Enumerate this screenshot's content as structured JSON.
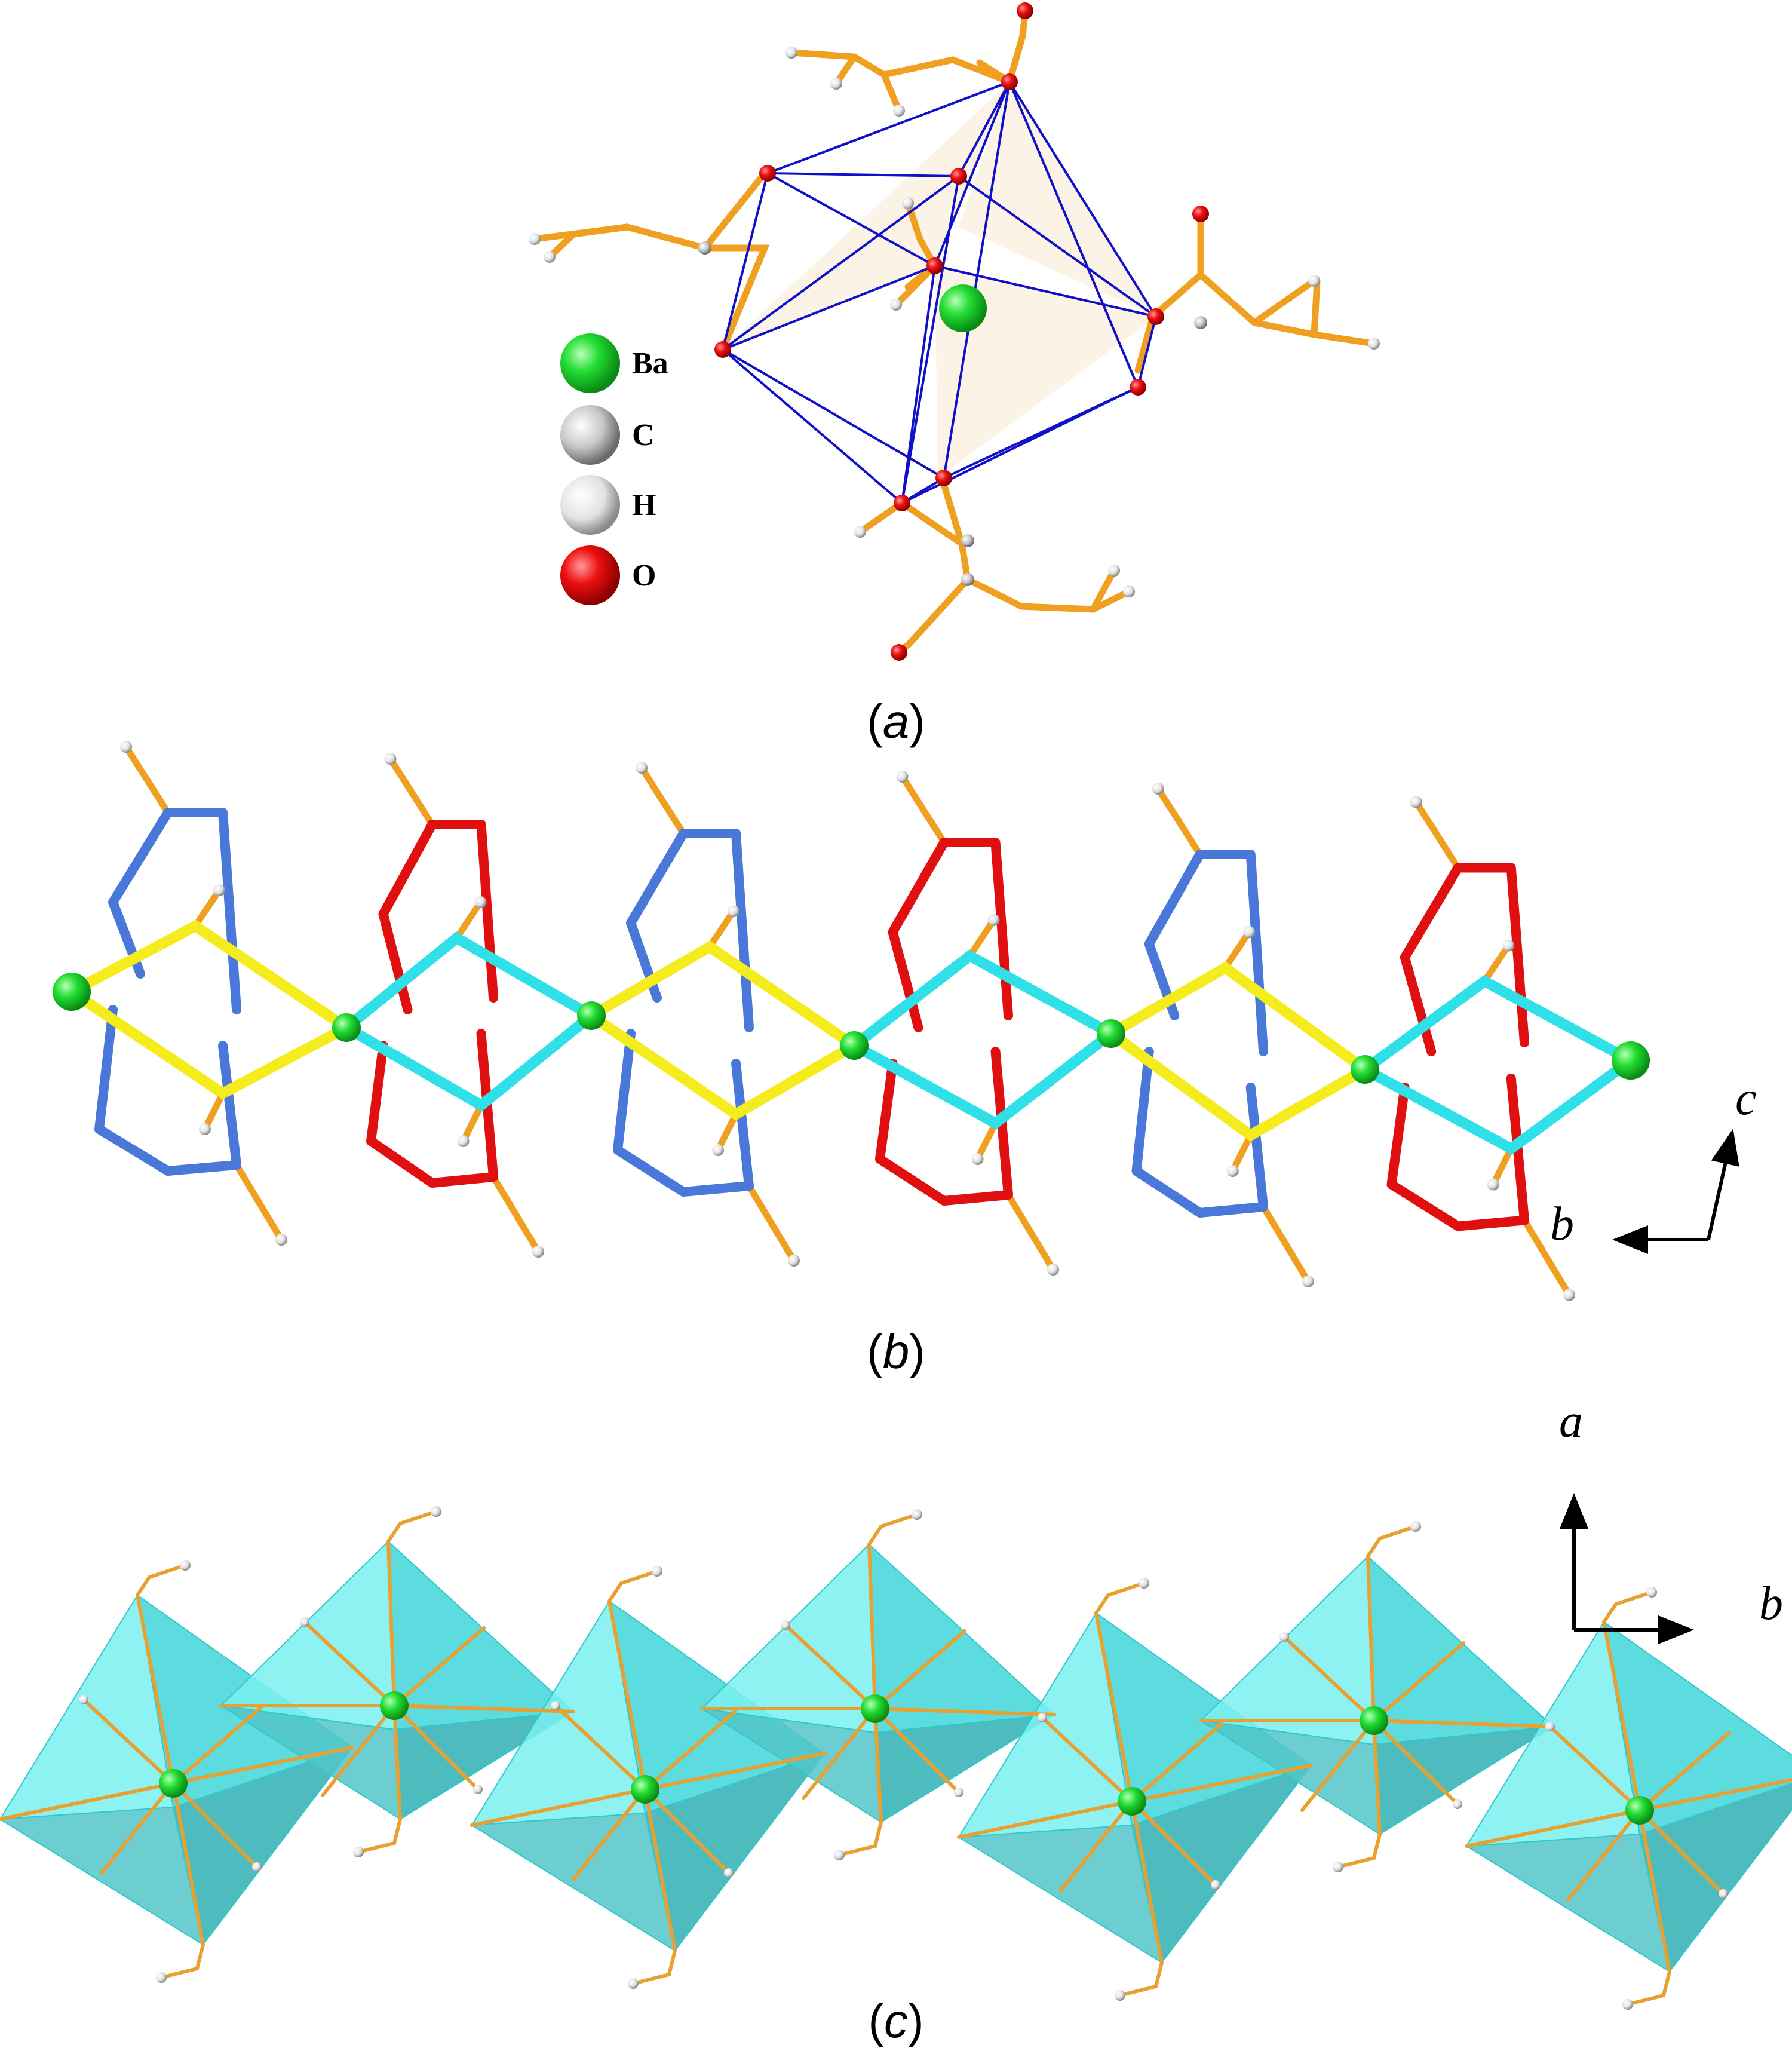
{
  "legend": [
    {
      "symbol": "Ba",
      "color": "#1fd63a"
    },
    {
      "symbol": "C",
      "color": "#c8c8c8"
    },
    {
      "symbol": "H",
      "color": "#dcdcdc"
    },
    {
      "symbol": "O",
      "color": "#e00000"
    }
  ],
  "panels": {
    "a": {
      "label_prefix": "(",
      "label_letter": "a",
      "label_suffix": ")"
    },
    "b": {
      "label_prefix": "(",
      "label_letter": "b",
      "label_suffix": ")",
      "axes": {
        "horizontal": "b",
        "vertical": "c"
      }
    },
    "c": {
      "label_prefix": "(",
      "label_letter": "c",
      "label_suffix": ")",
      "axes": {
        "horizontal": "b",
        "vertical": "a"
      }
    }
  },
  "colors": {
    "barium": "#19d13a",
    "oxygen": "#e00000",
    "bond_orange": "#f0a020",
    "polyhedron_edge": "#1010c8",
    "chain_blue": "#4a78d8",
    "chain_red": "#e01010",
    "chain_yellow": "#f4ec1c",
    "chain_cyan": "#30e0e8",
    "polyhedron_fill": "#40dede"
  }
}
